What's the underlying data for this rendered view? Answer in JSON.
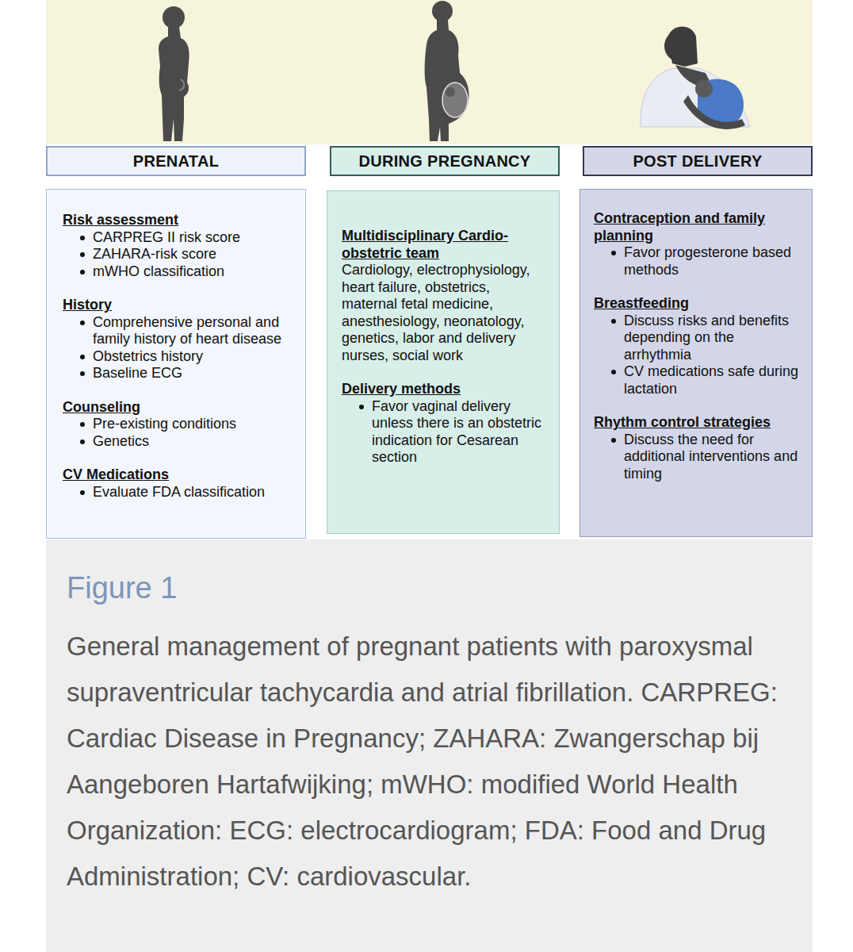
{
  "diagram": {
    "title": "Figure 1",
    "caption": "General management of pregnant patients with paroxysmal supraventricular tachycardia and atrial fibrillation. CARPREG: Cardiac Disease in Pregnancy; ZAHARA: Zwangerschap bij Aangeboren Hartafwijking; mWHO: modified World Health Organization: ECG: electrocardiogram; FDA: Food and Drug Administration; CV: cardiovascular.",
    "nodes": [
      {
        "text": [
          "PRENATAL"
        ]
      },
      {
        "text": [
          "Risk assessment",
          "CARPREG II risk score",
          "ZAHARA-risk score",
          "mWHO classification",
          "History",
          "Comprehensive personal and family history of heart disease",
          "Obstetrics history",
          "Baseline ECG",
          "Counseling",
          "Pre-existing conditions",
          "Genetics",
          "CV Medications",
          "Evaluate FDA classification"
        ]
      },
      {
        "text": [
          "DURING PREGNANCY"
        ]
      },
      {
        "text": [
          "Multidisciplinary Cardio-obstetric team",
          "Cardiology, electrophysiology, heart failure, obstetrics, maternal fetal medicine, anesthesiology, neonatology, genetics, labor and delivery nurses, social work",
          "Delivery methods",
          "Favor vaginal delivery unless there is an obstetric indication for Cesarean section"
        ]
      },
      {
        "text": [
          "POST DELIVERY"
        ]
      },
      {
        "text": [
          "Contraception and family planning",
          "Favor progesterone based methods",
          "Breastfeeding",
          "Discuss risks and benefits depending on the arrhythmia",
          "CV medications safe during lactation",
          "Rhythm control strategies",
          "Discuss the need for additional interventions and timing"
        ]
      }
    ]
  }
}
